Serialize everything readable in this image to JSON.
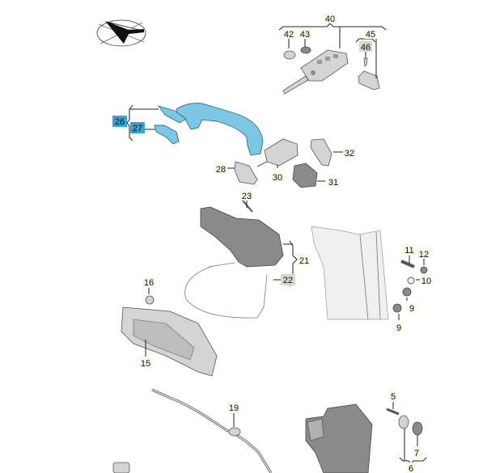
{
  "diagram": {
    "logo_icon": "paper-plane-compass-icon",
    "highlight_colors": {
      "selected": "#3aa0cc",
      "related": "#d9d8cc"
    },
    "callouts": {
      "c40": "40",
      "c42": "42",
      "c43": "43",
      "c45": "45",
      "c46": "46",
      "c26": "26",
      "c27": "27",
      "c28": "28",
      "c30": "30",
      "c31": "31",
      "c32": "32",
      "c23": "23",
      "c21": "21",
      "c22": "22",
      "c16": "16",
      "c15": "15",
      "c11": "11",
      "c12": "12",
      "c10": "10",
      "c9a": "9",
      "c9b": "9",
      "c19": "19",
      "c5": "5",
      "c7": "7",
      "c6": "6"
    }
  }
}
